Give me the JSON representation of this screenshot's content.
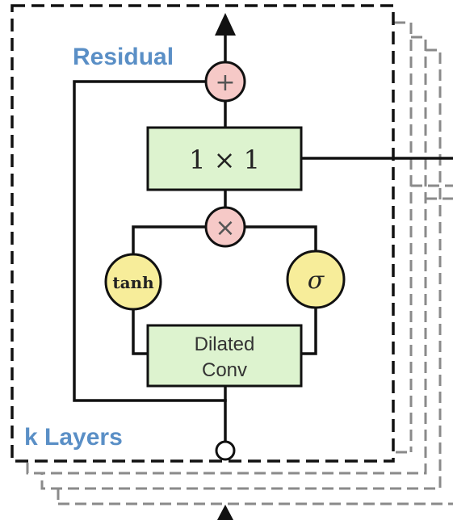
{
  "labels": {
    "residual": "Residual",
    "layers": "k Layers",
    "one_by_one": "1 × 1",
    "tanh": "tanh",
    "sigma": "σ",
    "dilated_line1": "Dilated",
    "dilated_line2": "Conv",
    "plus_symbol": "+",
    "times_symbol": "×"
  },
  "colors": {
    "conv_fill": "#ddf3cf",
    "add_multiply_fill": "#f6c9c7",
    "gate_fill": "#f7ed9a",
    "label_blue": "#5a8fc6"
  }
}
